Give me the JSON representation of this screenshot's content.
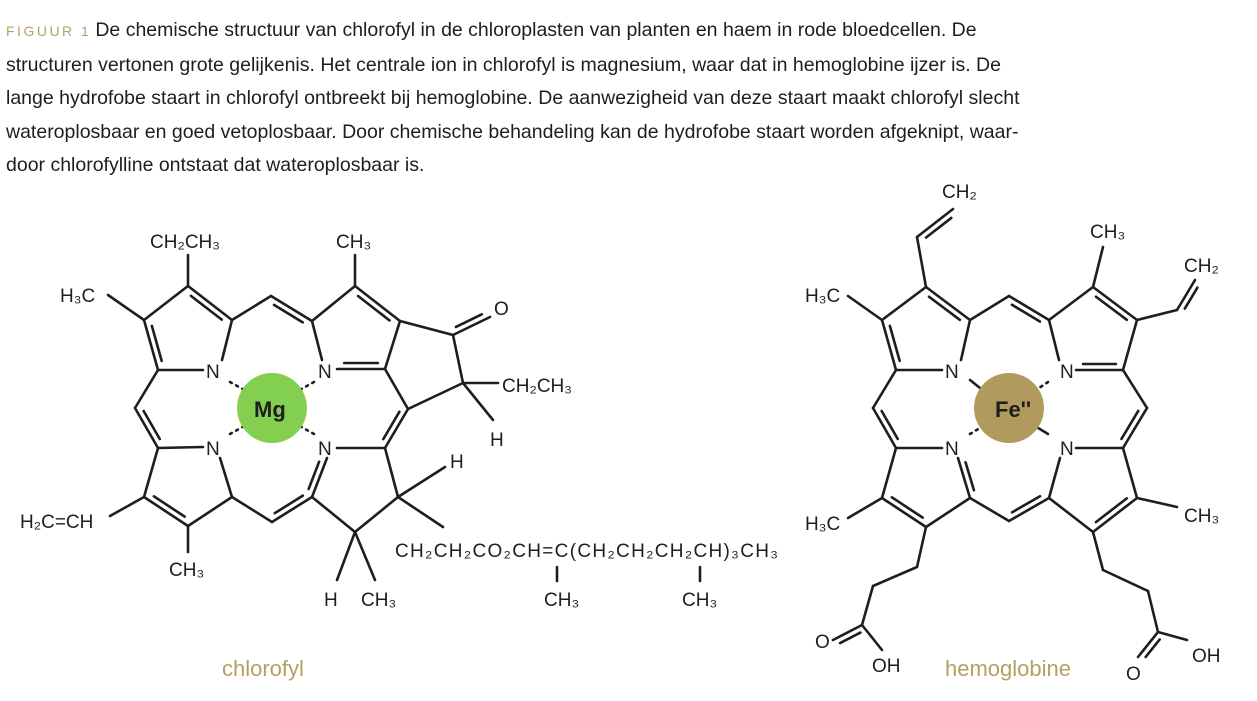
{
  "caption": {
    "figure_label": "FIGUUR 1",
    "lines": [
      "De chemische structuur van chlorofyl in de chloroplasten van planten en haem in rode bloedcellen. De",
      "structuren vertonen grote gelijkenis. Het centrale ion in chlorofyl is magnesium, waar dat in hemoglobine ijzer is. De",
      "lange hydrofobe staart in chlorofyl ontbreekt bij hemoglobine. De aanwezigheid van deze staart maakt chlorofyl slecht",
      "wateroplosbaar en goed vetoplosbaar. Door chemische behandeling kan de hydrofobe staart worden afgeknipt, waar-",
      "door chlorofylline ontstaat dat wateroplosbaar is."
    ]
  },
  "chlorophyll": {
    "name": "chlorofyl",
    "metal": "Mg",
    "metal_color": "#83cf4f",
    "labels": {
      "ethyl_top": "CH₂CH₃",
      "methyl_top": "CH₃",
      "methyl_left": "H₃C",
      "oxygen": "O",
      "ethyl_right": "CH₂CH₃",
      "h_right": "H",
      "h_lower": "H",
      "vinyl": "H₂C=CH",
      "methyl_bottom": "CH₃",
      "h_bottom": "H",
      "methyl_bottom2": "CH₃",
      "tail": "CH₂CH₂CO₂CH=C(CH₂CH₂CH₂CH)₃CH₃",
      "tail_methyl1": "CH₃",
      "tail_methyl2": "CH₃",
      "n1": "N",
      "n2": "N",
      "n3": "N",
      "n4": "N"
    }
  },
  "hemoglobin": {
    "name": "hemoglobine",
    "metal": "Fe''",
    "metal_color": "#b09a5e",
    "labels": {
      "vinyl1": "CH₂",
      "methyl_top": "CH₃",
      "vinyl2": "CH₂",
      "methyl_left_top": "H₃C",
      "methyl_left_bottom": "H₃C",
      "methyl_right": "CH₃",
      "o_left": "O",
      "oh_left": "OH",
      "o_right": "O",
      "oh_right": "OH",
      "n1": "N",
      "n2": "N",
      "n3": "N",
      "n4": "N"
    }
  },
  "colors": {
    "accent": "#b5a064",
    "text": "#1e1e1e"
  }
}
